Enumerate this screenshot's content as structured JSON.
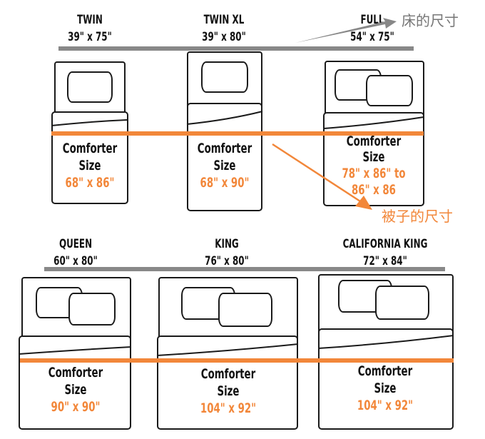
{
  "colors": {
    "accent_orange": "#f2873a",
    "bar_gray": "#888888",
    "outline": "#1a1a1a"
  },
  "annotations": {
    "bed_size": "床的尺寸",
    "comforter_size": "被子的尺寸"
  },
  "beds": [
    {
      "name": "TWIN",
      "dims": "39\" x 75\"",
      "comforter_label_1": "Comforter",
      "comforter_label_2": "Size",
      "comforter_size": "68\" x 86\""
    },
    {
      "name": "TWIN XL",
      "dims": "39\" x 80\"",
      "comforter_label_1": "Comforter",
      "comforter_label_2": "Size",
      "comforter_size": "68\" x 90\""
    },
    {
      "name": "FULL",
      "dims": "54\" x 75\"",
      "comforter_label_1": "Comforter",
      "comforter_label_2": "Size",
      "comforter_size": "78\" x 86\" to",
      "comforter_size_2": "86\" x 86"
    },
    {
      "name": "QUEEN",
      "dims": "60\" x 80\"",
      "comforter_label_1": "Comforter",
      "comforter_label_2": "Size",
      "comforter_size": "90\" x 90\""
    },
    {
      "name": "KING",
      "dims": "76\" x 80\"",
      "comforter_label_1": "Comforter",
      "comforter_label_2": "Size",
      "comforter_size": "104\" x 92\""
    },
    {
      "name": "CALIFORNIA KING",
      "dims": "72\" x 84\"",
      "comforter_label_1": "Comforter",
      "comforter_label_2": "Size",
      "comforter_size": "104\" x 92\""
    }
  ]
}
